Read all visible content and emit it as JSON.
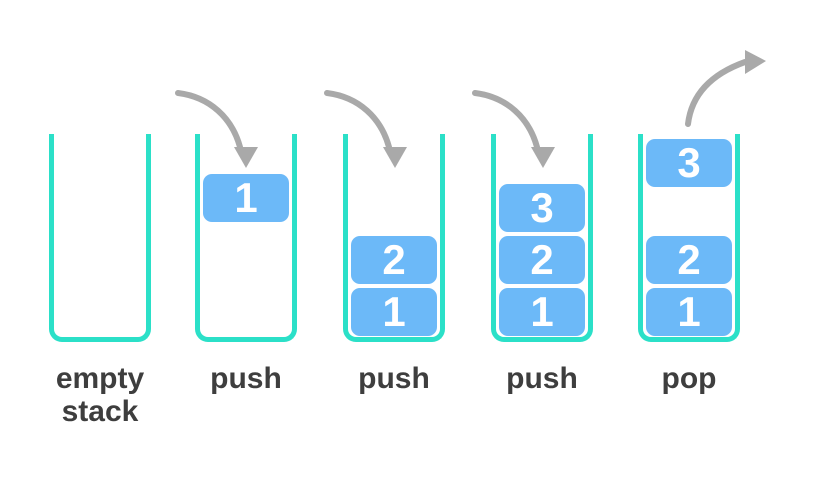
{
  "palette": {
    "container_stroke": "#2be0c8",
    "box_fill": "#6cb9f8",
    "box_text": "#ffffff",
    "arrow": "#a9a9a9",
    "label_text": "#3e3e3e",
    "background": "#ffffff"
  },
  "diagram_type": "stack-lifo-operations",
  "stages": [
    {
      "label": "empty stack",
      "arrow": "none",
      "boxes": []
    },
    {
      "label": "push",
      "arrow": "push-down",
      "boxes": [
        {
          "value": "1"
        }
      ]
    },
    {
      "label": "push",
      "arrow": "push-down",
      "boxes": [
        {
          "value": "2"
        },
        {
          "value": "1"
        }
      ]
    },
    {
      "label": "push",
      "arrow": "push-down",
      "boxes": [
        {
          "value": "3"
        },
        {
          "value": "2"
        },
        {
          "value": "1"
        }
      ]
    },
    {
      "label": "pop",
      "arrow": "pop-up",
      "boxes": [
        {
          "value": "3"
        },
        {
          "value": "2"
        },
        {
          "value": "1"
        }
      ]
    }
  ]
}
